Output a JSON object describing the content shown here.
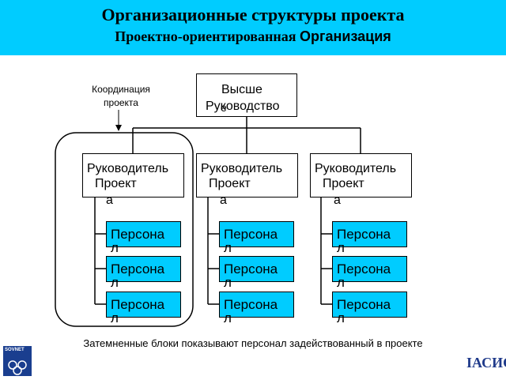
{
  "header": {
    "title": "Организационные структуры проекта",
    "subtitle_main": "Проектно-ориентированная ",
    "subtitle_em": "Организация"
  },
  "diagram": {
    "top": {
      "line1": "Высше",
      "line2": "Руководство",
      "overlap": "е"
    },
    "managers": [
      {
        "line1": "Руководитель",
        "line2": "Проект",
        "line3": "а"
      },
      {
        "line1": "Руководитель",
        "line2": "Проект",
        "line3": "а"
      },
      {
        "line1": "Руководитель",
        "line2": "Проект",
        "line3": "а"
      }
    ],
    "staff": [
      [
        "Персона\nл",
        "Персона\nл",
        "Персона\nл"
      ],
      [
        "Персона\nл",
        "Персона\nл",
        "Персона\nл"
      ],
      [
        "Персона\nл",
        "Персона\nл",
        "Персона\nл"
      ]
    ],
    "annotation": "Координация проекта",
    "note": "Затемненные блоки показывают персонал задействованный в проекте"
  },
  "logos": {
    "left": "SOVNET",
    "right": "IАСИС"
  },
  "colors": {
    "header_bg": "#00ccff",
    "staff_fill": "#00ccff",
    "line": "#000000"
  }
}
